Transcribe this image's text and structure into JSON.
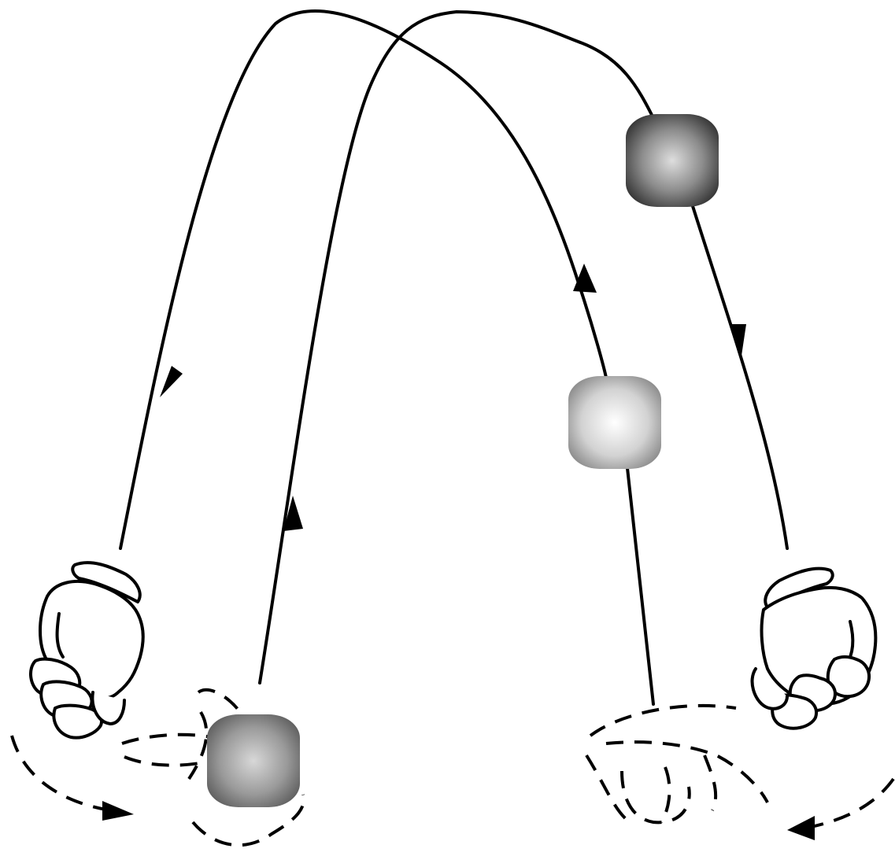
{
  "diagram": {
    "description_text": "",
    "balls": [
      {
        "id": "ball-top-right",
        "shade": "dark",
        "color_center": "#d9d9d9",
        "color_edge": "#3a3a3a"
      },
      {
        "id": "ball-middle-right",
        "shade": "light",
        "color_center": "#ffffff",
        "color_edge": "#8a8a8a"
      },
      {
        "id": "ball-bottom-left",
        "shade": "medium",
        "color_center": "#d0d0d0",
        "color_edge": "#6a6a6a"
      }
    ],
    "hands": [
      {
        "id": "left-hand",
        "icon": "hand-icon"
      },
      {
        "id": "right-hand",
        "icon": "hand-icon"
      }
    ],
    "trajectories": [
      {
        "id": "outer-arc",
        "style": "solid",
        "direction": "left-to-right-falling"
      },
      {
        "id": "inner-arc",
        "style": "solid",
        "direction": "right-to-left-falling"
      }
    ],
    "scoop_paths": [
      {
        "id": "left-scoop",
        "style": "dashed"
      },
      {
        "id": "right-scoop",
        "style": "dashed"
      }
    ]
  }
}
